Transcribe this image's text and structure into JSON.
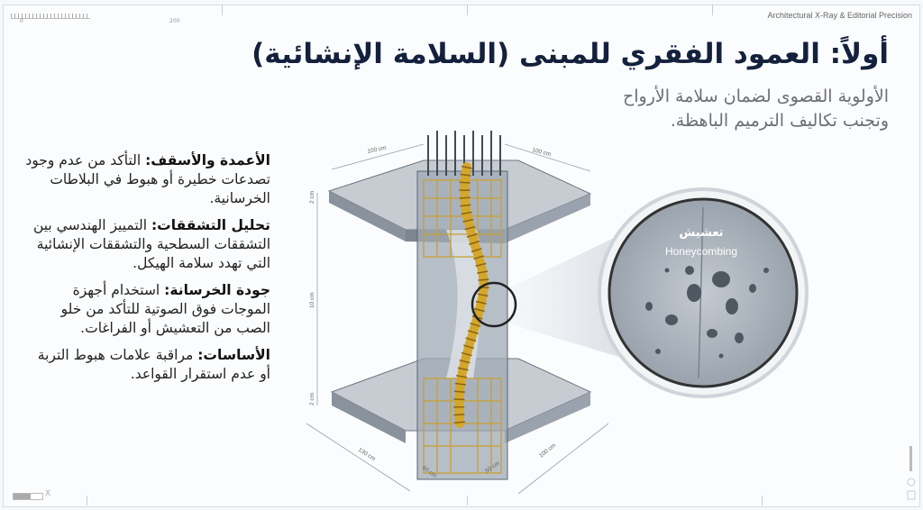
{
  "header": {
    "brand": "Architectural X-Ray & Editorial Precision",
    "ruler_start": "0",
    "ruler_end": "200"
  },
  "title": "أولاً: العمود الفقري للمبنى (السلامة الإنشائية)",
  "subtitle_lines": [
    "الأولوية القصوى لضمان سلامة الأرواح",
    "وتجنب تكاليف الترميم الباهظة."
  ],
  "points": [
    {
      "heading": "الأعمدة والأسقف:",
      "text": " التأكد من عدم وجود تصدعات خطيرة أو هبوط في البلاطات الخرسانية."
    },
    {
      "heading": "تحليل التشققات:",
      "text": " التمييز الهندسي بين التشققات السطحية والتشققات الإنشائية التي تهدد سلامة الهيكل."
    },
    {
      "heading": "جودة الخرسانة:",
      "text": " استخدام أجهزة الموجات فوق الصوتية للتأكد من خلو الصب من التعشيش أو الفراغات."
    },
    {
      "heading": "الأساسات:",
      "text": " مراقبة علامات هبوط التربة أو عدم استقرار القواعد."
    }
  ],
  "illustration": {
    "dimensions": {
      "top_left": "100 cm",
      "top_right": "100 cm",
      "slab_top": "2 cm",
      "height": "10 cm",
      "slab_bottom": "2 cm",
      "base_left": "130 cm",
      "col_left": "60 cm",
      "col_right": "50 cm",
      "base_right": "100 cm"
    },
    "callout_ar": "تعشيش",
    "callout_en": "Honeycombing"
  },
  "footer": {
    "close_label": "X"
  },
  "colors": {
    "title": "#14213d",
    "rebar": "#d4a62a",
    "concrete": "#9aa3ad"
  }
}
